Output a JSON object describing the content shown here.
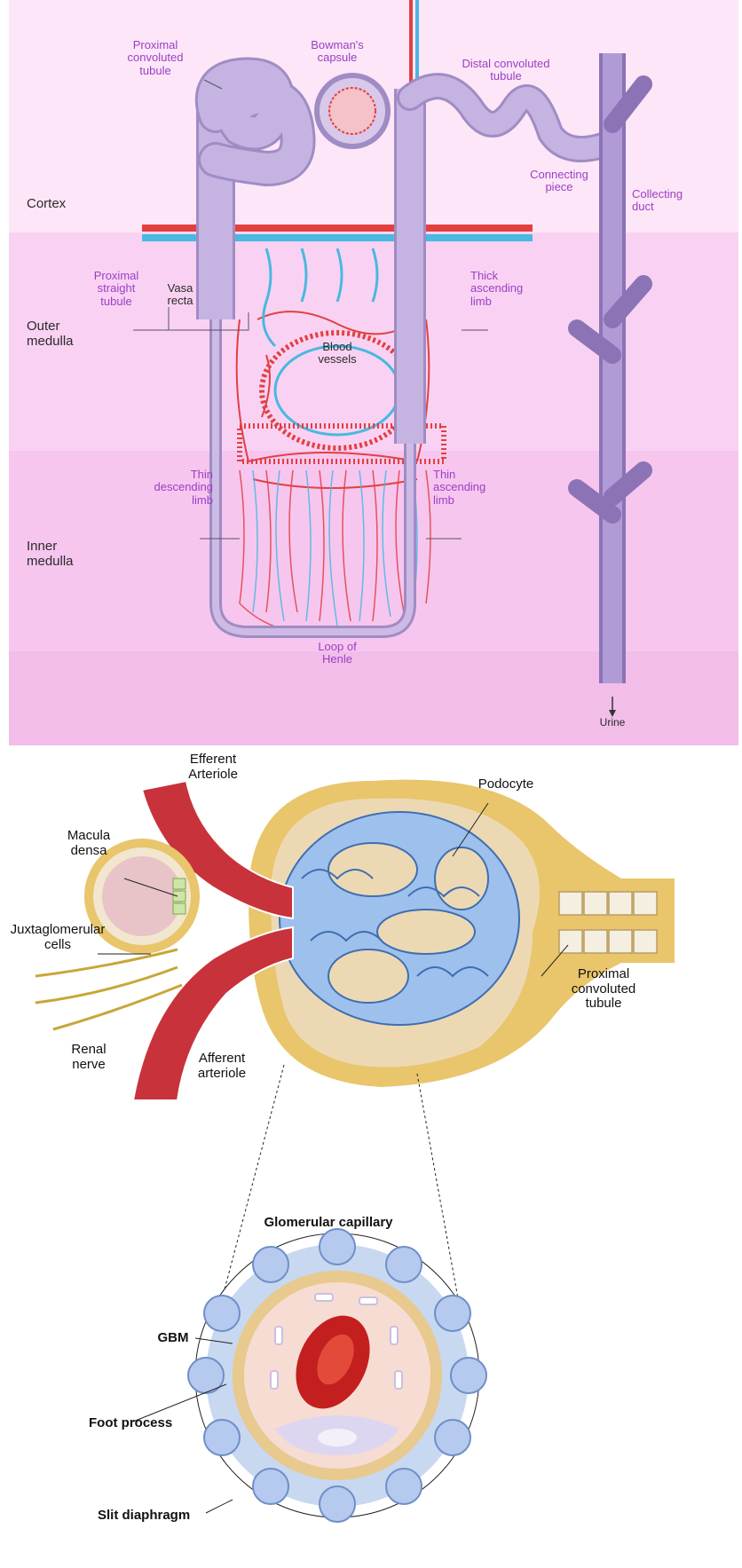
{
  "nephron": {
    "zones": {
      "cortex": "Cortex",
      "outer_medulla": "Outer\nmedulla",
      "inner_medulla": "Inner\nmedulla"
    },
    "labels": {
      "proximal_convoluted": "Proximal\nconvoluted\ntubule",
      "bowmans_capsule": "Bowman's\ncapsule",
      "distal_convoluted": "Distal convoluted\ntubule",
      "connecting_piece": "Connecting\npiece",
      "collecting_duct": "Collecting\nduct",
      "proximal_straight": "Proximal\nstraight\ntubule",
      "vasa_recta": "Vasa\nrecta",
      "blood_vessels": "Blood\nvessels",
      "thick_ascending": "Thick\nascending\nlimb",
      "thin_descending": "Thin\ndescending\nlimb",
      "thin_ascending": "Thin\nascending\nlimb",
      "loop_of_henle": "Loop of\nHenle",
      "urine": "Urine"
    },
    "colors": {
      "cortex_bg": "#fde6f8",
      "outer_bg": "#f9d0f2",
      "inner_bg": "#f6c2ee",
      "tubule": "#b8a4d6",
      "artery": "#e24040",
      "vein": "#4ab8e0",
      "label": "#9a3fc4"
    }
  },
  "glomerulus": {
    "labels": {
      "efferent": "Efferent\nArteriole",
      "podocyte": "Podocyte",
      "macula_densa": "Macula\ndensa",
      "juxtaglomerular": "Juxtaglomerular\ncells",
      "renal_nerve": "Renal\nnerve",
      "afferent": "Afferent\narteriole",
      "proximal_convoluted": "Proximal\nconvoluted\ntubule",
      "glomerular_capillary": "Glomerular capillary",
      "gbm": "GBM",
      "foot_process": "Foot process",
      "slit_diaphragm": "Slit diaphragm"
    },
    "colors": {
      "capsule": "#e9c56b",
      "capsule_inner": "#ecd9b4",
      "podocyte": "#7fa7de",
      "arteriole": "#c8323a",
      "capillary_bg": "#f6dcd2"
    }
  }
}
